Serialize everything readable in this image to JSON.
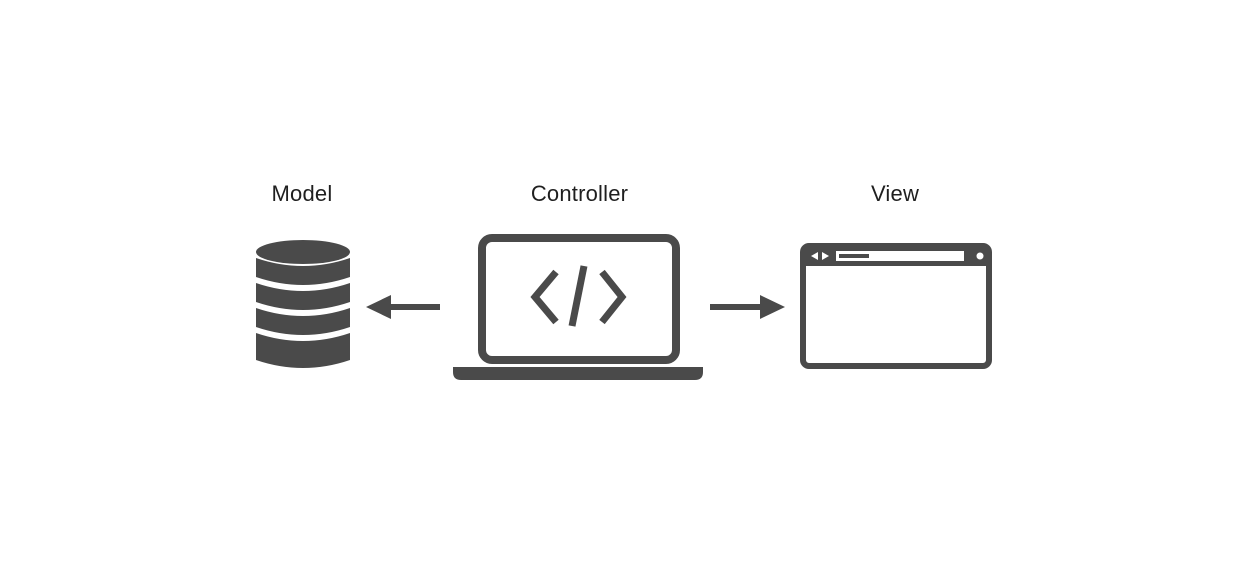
{
  "nodes": {
    "model": {
      "label": "Model",
      "icon": "database-icon"
    },
    "controller": {
      "label": "Controller",
      "icon": "laptop-code-icon"
    },
    "view": {
      "label": "View",
      "icon": "browser-window-icon"
    }
  },
  "edges": [
    {
      "from": "controller",
      "to": "model",
      "direction": "left"
    },
    {
      "from": "controller",
      "to": "view",
      "direction": "right"
    }
  ],
  "colors": {
    "icon": "#4a4a4a",
    "text": "#1f1f1f",
    "background": "#ffffff"
  }
}
